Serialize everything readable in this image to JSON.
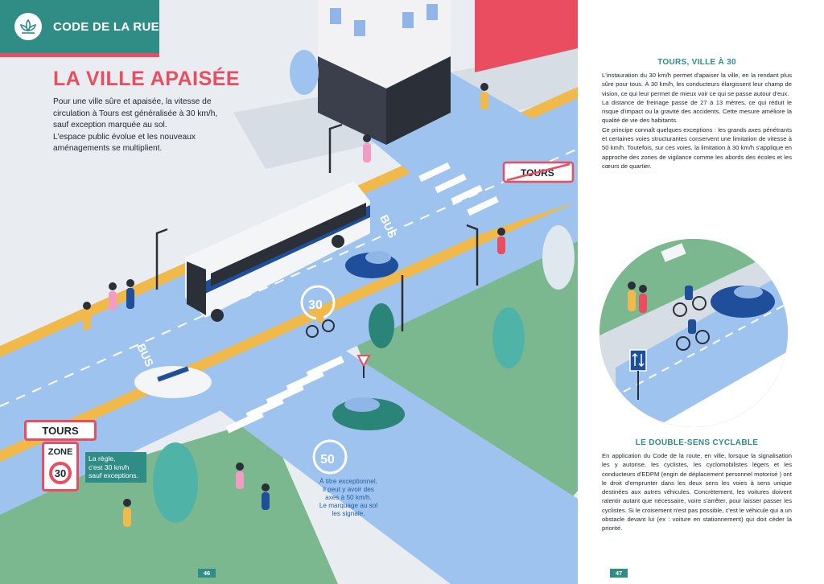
{
  "header": {
    "title": "CODE DE LA RUE",
    "colors": {
      "teal": "#2f8d86",
      "coral": "#e94d5f",
      "blue": "#9dc3ee",
      "green": "#7cb88f"
    }
  },
  "left_page": {
    "title": "LA VILLE APAISÉE",
    "intro": [
      "Pour une ville sûre et apaisée, la vitesse de",
      "circulation à Tours est généralisée à 30 km/h,",
      "sauf exception marquée au sol.",
      "L'espace public évolue et les nouveaux",
      "aménagements se multiplient."
    ],
    "sign_city": "TOURS",
    "sign_city_end": "TOURS",
    "zone_sign": {
      "label": "ZONE",
      "value": "30"
    },
    "rule_box": [
      "La règle,",
      "c'est 30 km/h",
      "sauf exceptions."
    ],
    "road_marks": {
      "bus_1": "BUS",
      "bus_2": "BUS",
      "speed_30": "30",
      "speed_50": "50"
    },
    "note": [
      "À titre exceptionnel,",
      "il peut y avoir des",
      "axes à 50 km/h.",
      "Le marquage au sol",
      "les signale."
    ],
    "page_number": "46"
  },
  "right_page": {
    "section1": {
      "title": "TOURS, VILLE À 30",
      "paragraphs": [
        "L'instauration du 30 km/h permet d'apaiser la ville, en la rendant plus sûre pour tous. À 30 km/h, les conducteurs élargissent leur champ de vision, ce qui leur permet de mieux voir ce qui se passe autour d'eux.",
        "La distance de freinage passe de 27 à 13 mètres, ce qui réduit le risque d'impact ou la gravité des accidents. Cette mesure améliore la qualité de vie des habitants.",
        "Ce principe connaît quelques exceptions : les grands axes pénétrants et certaines voies structurantes conservent une limitation de vitesse à 50 km/h. Toutefois, sur ces voies, la limitation à 30 km/h s'applique en approche des zones de vigilance comme les abords des écoles et les cœurs de quartier."
      ]
    },
    "section2": {
      "title": "LE DOUBLE-SENS CYCLABLE",
      "paragraphs": [
        "En application du Code de la route, en ville, lorsque la signalisation les y autorise, les cyclistes, les cyclomobilistes légers et les conducteurs d'EDPM (engin de déplacement personnel motorisé ) ont le droit d'emprunter dans les deux sens les voies à sens unique destinées aux autres véhicules. Concrètement, les voitures doivent ralentir autant que nécessaire, voire s'arrêter, pour laisser passer les cyclistes. Si le croisement n'est pas possible, c'est le véhicule qui a un obstacle devant lui (ex : voiture en stationnement) qui doit céder la priorité."
      ]
    },
    "page_number": "47"
  }
}
